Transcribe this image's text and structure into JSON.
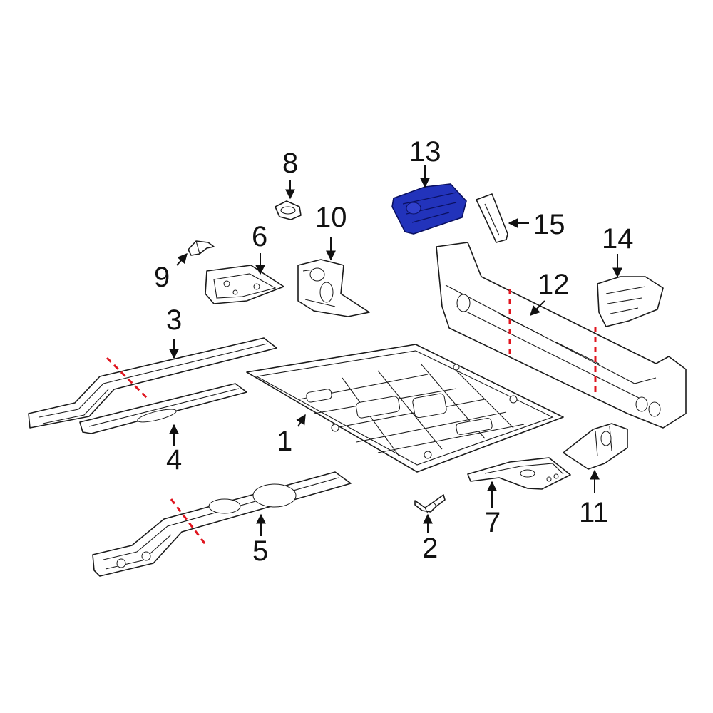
{
  "callouts": [
    {
      "id": "1",
      "label": "1"
    },
    {
      "id": "2",
      "label": "2"
    },
    {
      "id": "3",
      "label": "3"
    },
    {
      "id": "4",
      "label": "4"
    },
    {
      "id": "5",
      "label": "5"
    },
    {
      "id": "6",
      "label": "6"
    },
    {
      "id": "7",
      "label": "7"
    },
    {
      "id": "8",
      "label": "8"
    },
    {
      "id": "9",
      "label": "9"
    },
    {
      "id": "10",
      "label": "10"
    },
    {
      "id": "11",
      "label": "11"
    },
    {
      "id": "12",
      "label": "12"
    },
    {
      "id": "13",
      "label": "13"
    },
    {
      "id": "14",
      "label": "14"
    },
    {
      "id": "15",
      "label": "15"
    }
  ],
  "highlighted_part": "13",
  "colors": {
    "highlight": "#2233bb",
    "cut_line": "#e0141e",
    "outline": "#1a1a1a"
  }
}
